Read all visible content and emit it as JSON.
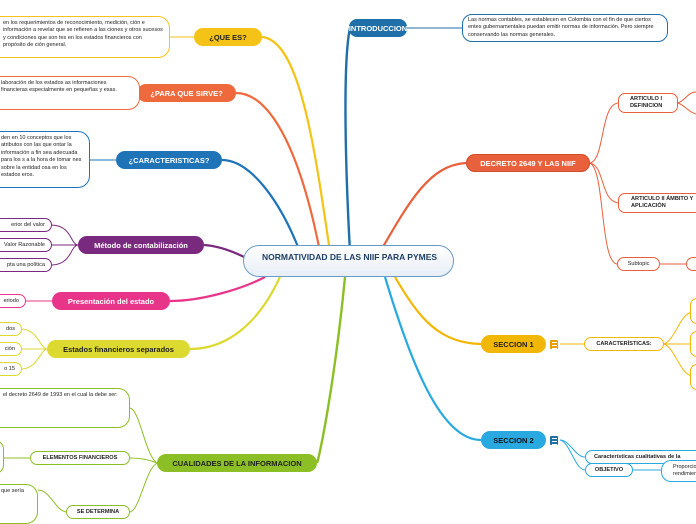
{
  "central": {
    "title": "NORMATIVIDAD DE LAS NIIF PARA PYMES"
  },
  "right": {
    "introduccion": {
      "label": "INTRODUCCION",
      "text": "Las normas contables, se establecen en Colombia con el fin de que ciertos entes gubernamentales puedan emitir normas de información. Pero siempre conservando las normas generales."
    },
    "decreto": {
      "label": "DECRETO 2649 Y LAS NIIF",
      "articulo1": "ARTICULO I DEFINICION",
      "articulo2": "ARTICULO II ÁMBITO Y APLICACIÓN",
      "subtopic": "Subtopic"
    },
    "seccion1": {
      "label": "SECCION 1",
      "caracteristicas": "CARACTERÍSTICAS:"
    },
    "seccion2": {
      "label": "SECCION 2",
      "cualitativas": "Características cualitativas de la",
      "objetivo": "OBJETIVO",
      "objetivo_text": "Proporcionar rendimien"
    }
  },
  "left": {
    "que_es": {
      "label": "¿QUE ES?",
      "text": "en los requerimientos de reconocimiento, medición, ción e información a revelar que se refieren a las ciones y otros sucesos y condiciones que son tes en los estados financieros con propósito de ción general."
    },
    "para_que": {
      "label": "¿PARA QUE SIRVE?",
      "text": "laboración de los estados as informaciones financieras especialmente en pequeñas y esas."
    },
    "caracteristicas": {
      "label": "¿CARACTERISTICAS?",
      "text": "den en 10 conceptos que los atributos con las que ontar la información a fin sea adecuada para los s a la hora de tomar nes sobre la entidad osa en los estados eros."
    },
    "metodo": {
      "label": "Método de contabilización",
      "items": [
        "erior del valor",
        "Valor Razonable",
        "pta una política"
      ]
    },
    "presentacion": {
      "label": "Presentación del estado",
      "items": [
        "eriodo"
      ]
    },
    "estados": {
      "label": "Estados financieros separados",
      "items": [
        "dos",
        "ción",
        "o 15"
      ]
    },
    "cualidades": {
      "label": "CUALIDADES DE LA INFORMACION",
      "text": "el decreto 2649 de 1993 en el cual la debe ser:",
      "elementos": "ELEMENTOS FINANCIEROS",
      "se_determina": "SE DETERMINA",
      "partial_text": "que sería"
    }
  },
  "colors": {
    "introduccion": "#1f6fa8",
    "decreto": "#e8603c",
    "seccion1": "#f2b705",
    "seccion2": "#29a9e0",
    "que_es": "#f5c218",
    "para_que": "#ee6a3c",
    "caracteristicas": "#1f74b8",
    "metodo": "#7a2a7e",
    "presentacion": "#e8358a",
    "estados": "#dcd930",
    "cualidades": "#8cbf26"
  }
}
